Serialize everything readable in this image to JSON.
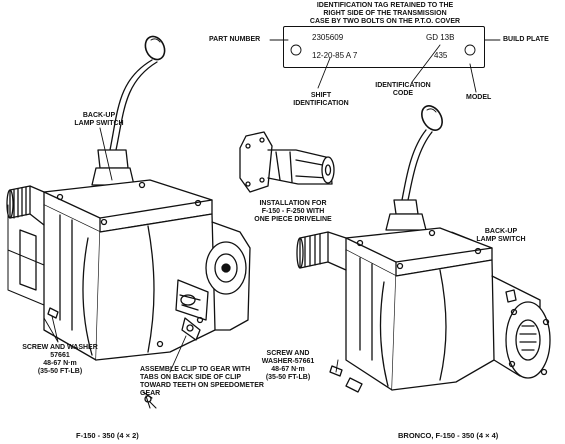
{
  "tag": {
    "heading": [
      "IDENTIFICATION TAG RETAINED TO THE",
      "RIGHT SIDE OF THE TRANSMISSION",
      "CASE BY TWO BOLTS ON THE P.T.O. COVER"
    ],
    "part_number_label": "PART NUMBER",
    "part_number_value": "2305609",
    "id_code_value": "GD 13B",
    "shift_value": "12-20-85 A 7",
    "model_value": "435",
    "build_plate_label": "BUILD PLATE",
    "shift_label": [
      "SHIFT",
      "IDENTIFICATION"
    ],
    "id_code_label": [
      "IDENTIFICATION",
      "CODE"
    ],
    "model_label": "MODEL"
  },
  "installation_note": [
    "INSTALLATION FOR",
    "F-150 - F-250 WITH",
    "ONE PIECE DRIVELINE"
  ],
  "left": {
    "backup_label": [
      "BACK-UP",
      "LAMP SWITCH"
    ],
    "screw_label": [
      "SCREW AND WASHER",
      "57661",
      "48-67 N·m",
      "(35-50 FT-LB)"
    ],
    "clip_label": [
      "ASSEMBLE CLIP TO GEAR WITH",
      "TABS ON BACK SIDE OF CLIP",
      "TOWARD TEETH ON SPEEDOMETER",
      "GEAR"
    ],
    "caption": "F-150 - 350 (4 × 2)"
  },
  "right": {
    "backup_label": [
      "BACK-UP",
      "LAMP SWITCH"
    ],
    "screw_label": [
      "SCREW AND",
      "WASHER-57661",
      "48-67 N·m",
      "(35-50 FT-LB)"
    ],
    "caption": "BRONCO, F-150 - 350 (4 × 4)"
  }
}
